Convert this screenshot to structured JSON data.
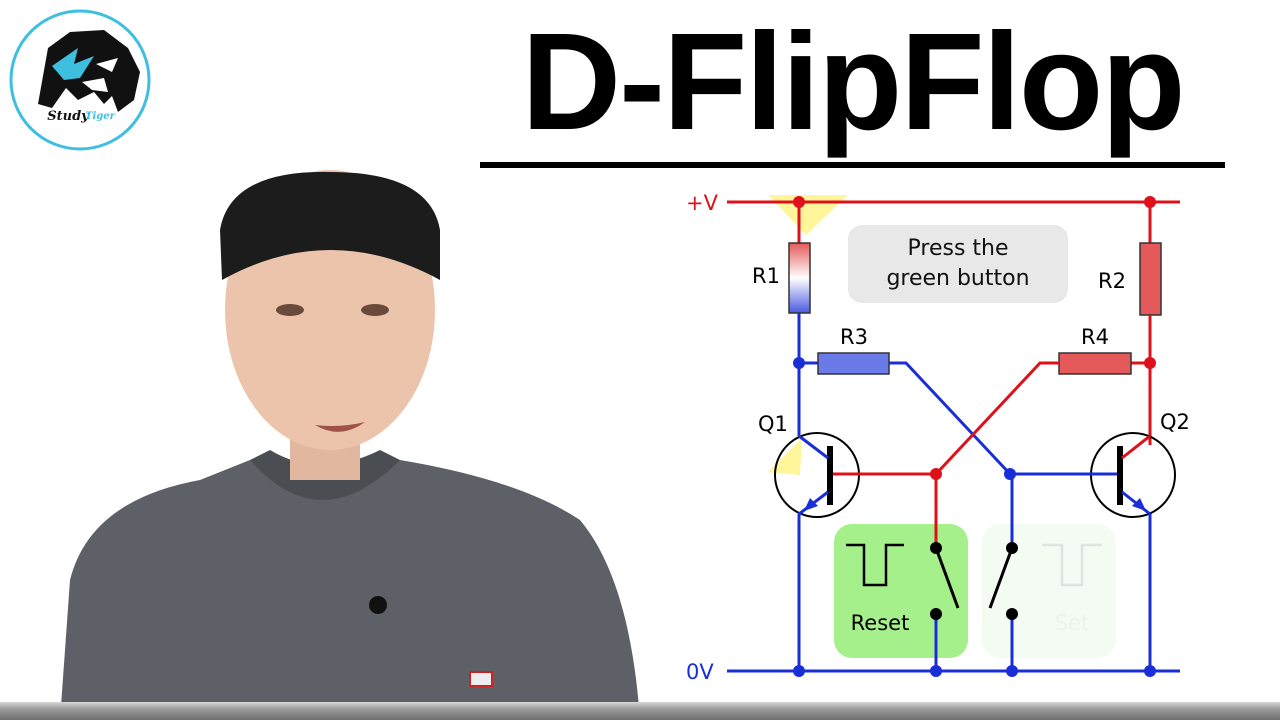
{
  "brand": {
    "name": "Study",
    "name_accent": "Tiger",
    "icon": "tiger-head-logo-icon"
  },
  "title": "D-FlipFlop",
  "circuit": {
    "supply_label": "+V",
    "ground_label": "0V",
    "hint_line1": "Press the",
    "hint_line2": "green button",
    "resistors": {
      "r1": "R1",
      "r2": "R2",
      "r3": "R3",
      "r4": "R4"
    },
    "transistors": {
      "q1": "Q1",
      "q2": "Q2"
    },
    "reset_label": "Reset",
    "set_label": "Set"
  },
  "colors": {
    "high": "#e0101a",
    "low": "#1a2ed8",
    "reset_button": "#a6f08c",
    "set_button": "#f4fbf2",
    "hint_box": "#e8e8e8",
    "logo_ring": "#3fbfe0"
  }
}
